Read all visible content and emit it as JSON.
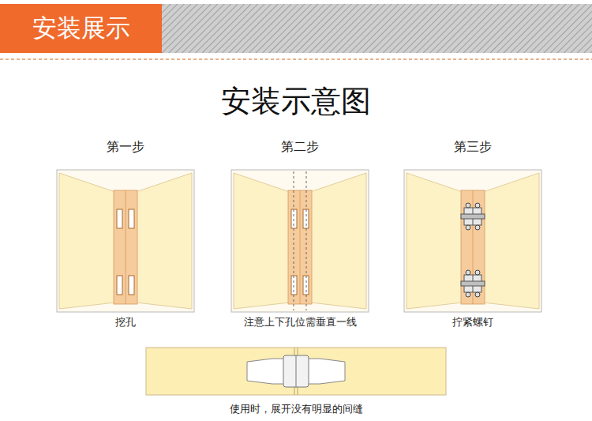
{
  "diagram": {
    "title": "安装示意图",
    "nodes": [
      {
        "text": [
          "安装展示"
        ]
      },
      {
        "text": [
          "第一步",
          "挖孔"
        ]
      },
      {
        "text": [
          "第二步",
          "注意上下孔位需垂直一线"
        ]
      },
      {
        "text": [
          "第三步",
          "拧紧螺钉"
        ]
      },
      {
        "text": [
          "使用时，展开没有明显的间缝"
        ]
      }
    ]
  }
}
